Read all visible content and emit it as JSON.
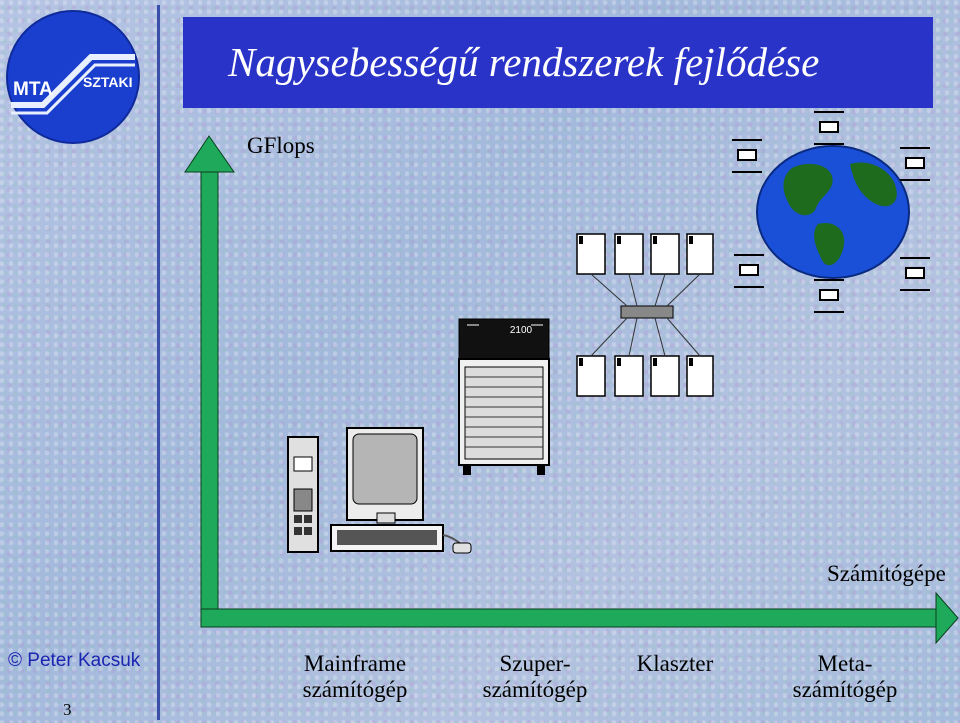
{
  "slide": {
    "title": "Nagysebességű rendszerek fejlődése",
    "y_axis_label": "GFlops",
    "x_axis_label": "Számítógépe",
    "copyright": "© Peter Kacsuk",
    "page_number": "3"
  },
  "logo": {
    "left_text": "MTA",
    "right_text": "SZTAKI"
  },
  "supercomputer_label": "2100",
  "categories": [
    {
      "line1": "Mainframe",
      "line2": "számítógép"
    },
    {
      "line1": "Szuper-",
      "line2": "számítógép"
    },
    {
      "line1": "Klaszter",
      "line2": ""
    },
    {
      "line1": "Meta-",
      "line2": "számítógép"
    }
  ],
  "colors": {
    "title_bg": "#2a33c8",
    "arrow": "#1eaa5a",
    "globe": "#1a4fd8",
    "land": "#1e6b1e"
  }
}
